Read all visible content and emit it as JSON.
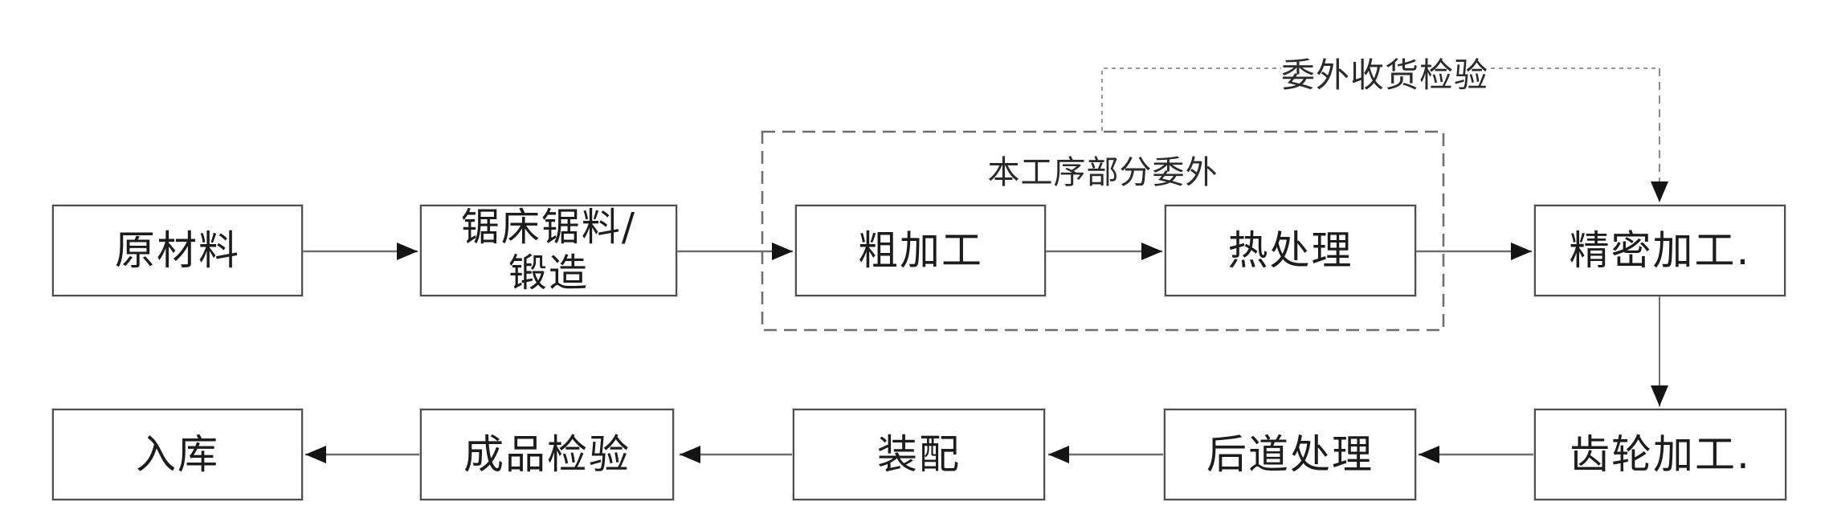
{
  "diagram": {
    "type": "process-flowchart",
    "background_color": "#ffffff",
    "box_border_color": "#4d4d4d",
    "solid_line_color": "#6f6f6f",
    "dashed_group_color": "#6e6e6e",
    "dotted_callout_color": "#8c8c8c",
    "text_color": "#1c1c1c"
  },
  "nodes": [
    {
      "id": "raw-material",
      "label": "原材料"
    },
    {
      "id": "sawing-forging",
      "label": "锯床锯料/锻造",
      "lines": [
        "锯床锯料/",
        "锻造"
      ]
    },
    {
      "id": "rough-machining",
      "label": "粗加工"
    },
    {
      "id": "heat-treatment",
      "label": "热处理"
    },
    {
      "id": "precision-machining",
      "label": "精密加工."
    },
    {
      "id": "gear-machining",
      "label": "齿轮加工."
    },
    {
      "id": "post-processing",
      "label": "后道处理"
    },
    {
      "id": "assembly",
      "label": "装配"
    },
    {
      "id": "final-inspection",
      "label": "成品检验"
    },
    {
      "id": "warehousing",
      "label": "入库"
    }
  ],
  "group": {
    "id": "outsourced-group",
    "label": "本工序部分委外",
    "contains": [
      "rough-machining",
      "heat-treatment"
    ],
    "border_style": "dashed"
  },
  "callout": {
    "label": "委外收货检验",
    "from": "outsourced-group",
    "to": "precision-machining",
    "line_style": "dotted"
  },
  "edges": [
    {
      "from": "raw-material",
      "to": "sawing-forging"
    },
    {
      "from": "sawing-forging",
      "to": "rough-machining"
    },
    {
      "from": "rough-machining",
      "to": "heat-treatment"
    },
    {
      "from": "heat-treatment",
      "to": "precision-machining"
    },
    {
      "from": "precision-machining",
      "to": "gear-machining"
    },
    {
      "from": "gear-machining",
      "to": "post-processing"
    },
    {
      "from": "post-processing",
      "to": "assembly"
    },
    {
      "from": "assembly",
      "to": "final-inspection"
    },
    {
      "from": "final-inspection",
      "to": "warehousing"
    }
  ]
}
